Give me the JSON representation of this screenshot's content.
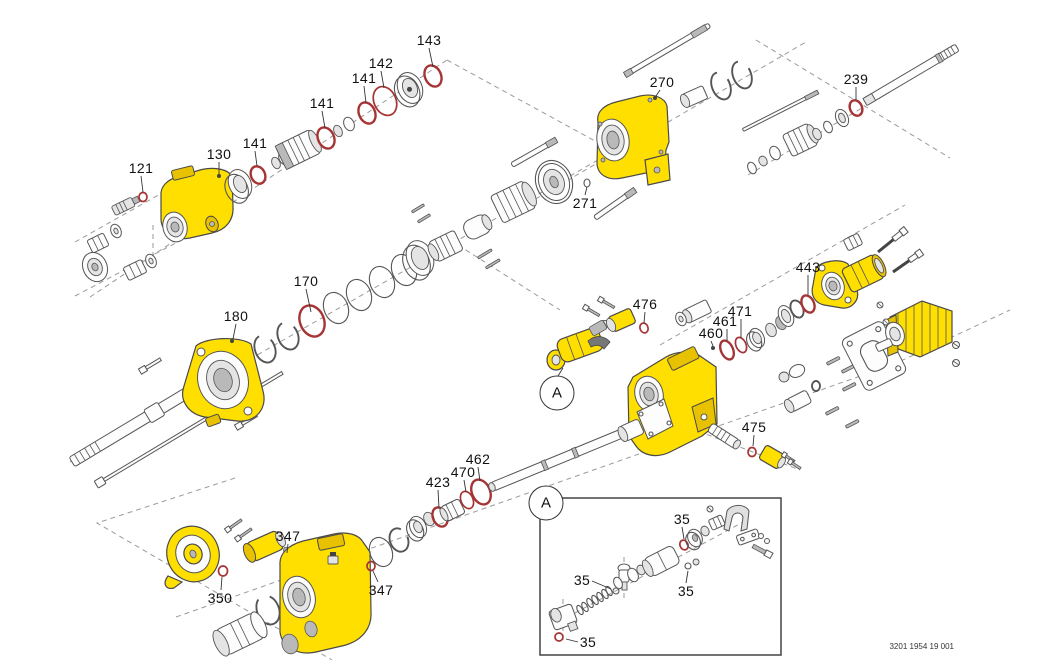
{
  "diagram": {
    "footer_code": "3201 1954 19 001",
    "colors": {
      "housing_yellow": "#FFDF00",
      "highlight_red": "#A63434",
      "outline_gray": "#4a4a4a",
      "dash_gray": "#9a9a9a",
      "background": "#ffffff"
    },
    "detail_markers": [
      {
        "text": "A"
      },
      {
        "text": "A"
      }
    ],
    "part_labels": [
      {
        "text": "143"
      },
      {
        "text": "142"
      },
      {
        "text": "141"
      },
      {
        "text": "141"
      },
      {
        "text": "141"
      },
      {
        "text": "130"
      },
      {
        "text": "121"
      },
      {
        "text": "270"
      },
      {
        "text": "239"
      },
      {
        "text": "271"
      },
      {
        "text": "170"
      },
      {
        "text": "180"
      },
      {
        "text": "443"
      },
      {
        "text": "476"
      },
      {
        "text": "471"
      },
      {
        "text": "461"
      },
      {
        "text": "460"
      },
      {
        "text": "475"
      },
      {
        "text": "462"
      },
      {
        "text": "470"
      },
      {
        "text": "423"
      },
      {
        "text": "347"
      },
      {
        "text": "350"
      },
      {
        "text": "347"
      },
      {
        "text": "35"
      },
      {
        "text": "35"
      },
      {
        "text": "35"
      },
      {
        "text": "35"
      }
    ]
  }
}
